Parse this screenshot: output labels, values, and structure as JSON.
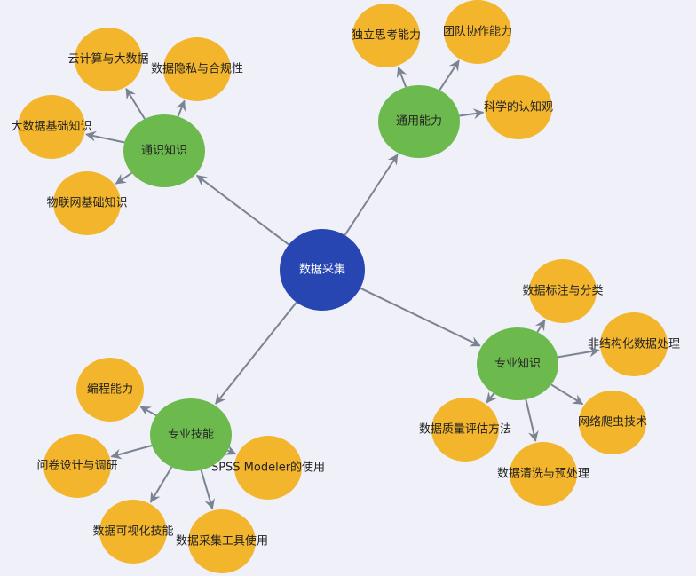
{
  "root": {
    "id": "root",
    "label": "数据采集"
  },
  "groups": [
    {
      "id": "g1",
      "label": "通识知识",
      "children": [
        {
          "id": "g1a",
          "label": "云计算与大数据"
        },
        {
          "id": "g1b",
          "label": "数据隐私与合规性"
        },
        {
          "id": "g1c",
          "label": "大数据基础知识"
        },
        {
          "id": "g1d",
          "label": "物联网基础知识"
        }
      ]
    },
    {
      "id": "g2",
      "label": "通用能力",
      "children": [
        {
          "id": "g2a",
          "label": "独立思考能力"
        },
        {
          "id": "g2b",
          "label": "团队协作能力"
        },
        {
          "id": "g2c",
          "label": "科学的认知观"
        }
      ]
    },
    {
      "id": "g3",
      "label": "专业知识",
      "children": [
        {
          "id": "g3a",
          "label": "数据标注与分类"
        },
        {
          "id": "g3b",
          "label": "非结构化数据处理"
        },
        {
          "id": "g3c",
          "label": "网络爬虫技术"
        },
        {
          "id": "g3d",
          "label": "数据清洗与预处理"
        },
        {
          "id": "g3e",
          "label": "数据质量评估方法"
        }
      ]
    },
    {
      "id": "g4",
      "label": "专业技能",
      "children": [
        {
          "id": "g4a",
          "label": "编程能力"
        },
        {
          "id": "g4b",
          "label": "问卷设计与调研"
        },
        {
          "id": "g4c",
          "label": "数据可视化技能"
        },
        {
          "id": "g4d",
          "label": "数据采集工具使用"
        },
        {
          "id": "g4e",
          "label": "SPSS Modeler的使用"
        }
      ]
    }
  ],
  "colors": {
    "root": "#2746b2",
    "group": "#6cb94e",
    "leaf": "#f3b52c",
    "edge": "#7b8391",
    "background": "#eff0f8"
  }
}
